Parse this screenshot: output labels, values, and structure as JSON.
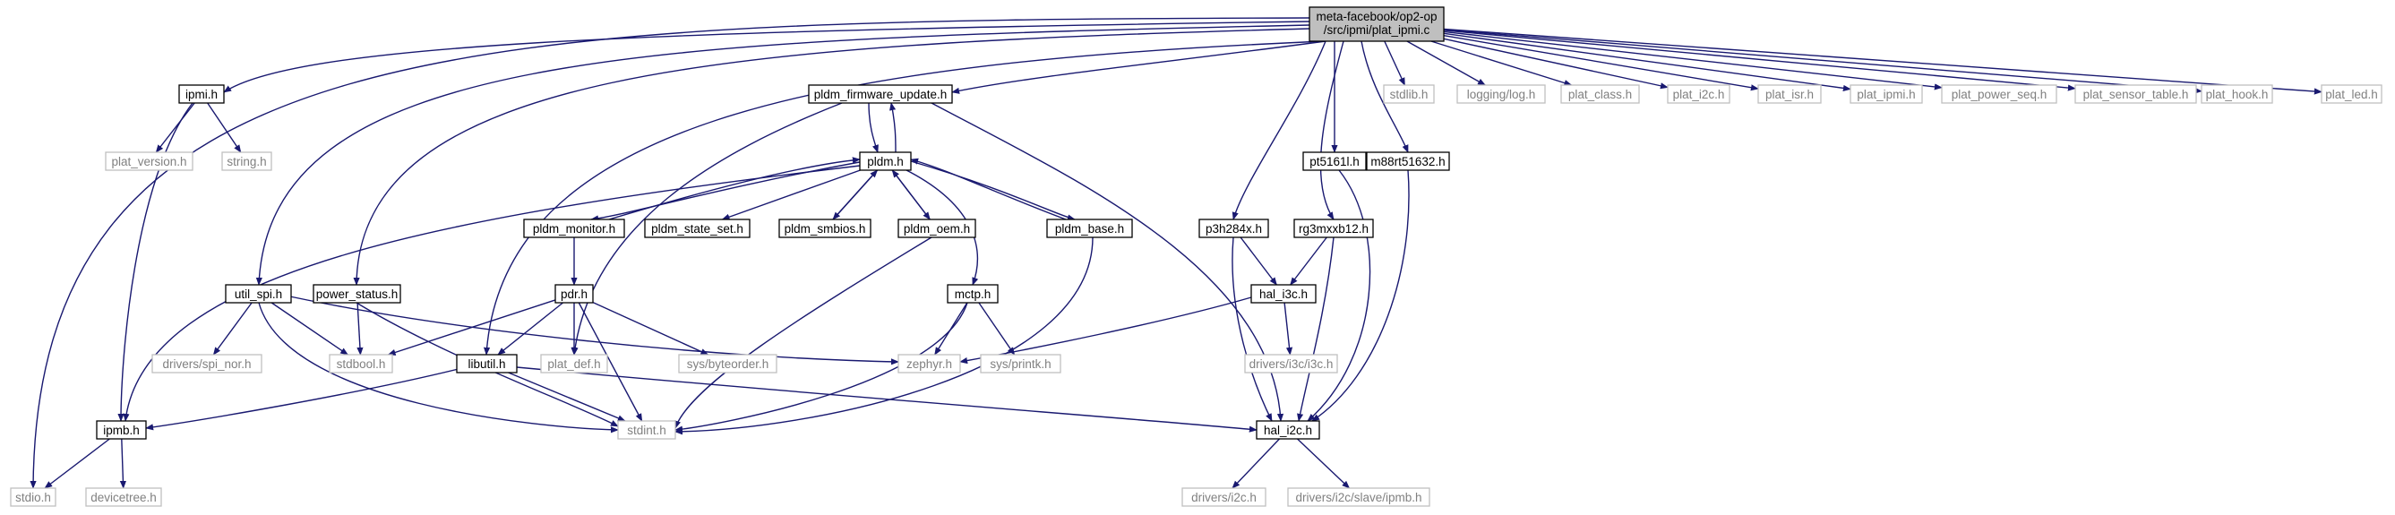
{
  "colors": {
    "edge": "#191970",
    "root_fill": "#bfbfbf",
    "root_border": "#000000",
    "documented_border": "#000000",
    "external_border": "#bfbfbf",
    "documented_text": "#000000",
    "external_text": "#808080"
  },
  "nodes": [
    {
      "id": "root",
      "label": "meta-facebook/op2-op",
      "label2": "/src/ipmi/plat_ipmi.c",
      "kind": "root"
    },
    {
      "id": "ipmi",
      "label": "ipmi.h",
      "kind": "documented"
    },
    {
      "id": "plat_version",
      "label": "plat_version.h",
      "kind": "external"
    },
    {
      "id": "string",
      "label": "string.h",
      "kind": "external"
    },
    {
      "id": "ipmb",
      "label": "ipmb.h",
      "kind": "documented"
    },
    {
      "id": "stdio",
      "label": "stdio.h",
      "kind": "external"
    },
    {
      "id": "devicetree",
      "label": "devicetree.h",
      "kind": "external"
    },
    {
      "id": "util_spi",
      "label": "util_spi.h",
      "kind": "documented"
    },
    {
      "id": "spi_nor",
      "label": "drivers/spi_nor.h",
      "kind": "external"
    },
    {
      "id": "stdbool",
      "label": "stdbool.h",
      "kind": "external"
    },
    {
      "id": "power_status",
      "label": "power_status.h",
      "kind": "documented"
    },
    {
      "id": "pldm_fw",
      "label": "pldm_firmware_update.h",
      "kind": "documented"
    },
    {
      "id": "pldm",
      "label": "pldm.h",
      "kind": "documented"
    },
    {
      "id": "pldm_monitor",
      "label": "pldm_monitor.h",
      "kind": "documented"
    },
    {
      "id": "pldm_state_set",
      "label": "pldm_state_set.h",
      "kind": "documented"
    },
    {
      "id": "pldm_smbios",
      "label": "pldm_smbios.h",
      "kind": "documented"
    },
    {
      "id": "pldm_oem",
      "label": "pldm_oem.h",
      "kind": "documented"
    },
    {
      "id": "pldm_base",
      "label": "pldm_base.h",
      "kind": "documented"
    },
    {
      "id": "pdr",
      "label": "pdr.h",
      "kind": "documented"
    },
    {
      "id": "libutil",
      "label": "libutil.h",
      "kind": "documented"
    },
    {
      "id": "plat_def",
      "label": "plat_def.h",
      "kind": "external"
    },
    {
      "id": "byteorder",
      "label": "sys/byteorder.h",
      "kind": "external"
    },
    {
      "id": "stdint",
      "label": "stdint.h",
      "kind": "external"
    },
    {
      "id": "mctp",
      "label": "mctp.h",
      "kind": "documented"
    },
    {
      "id": "zephyr",
      "label": "zephyr.h",
      "kind": "external"
    },
    {
      "id": "printk",
      "label": "sys/printk.h",
      "kind": "external"
    },
    {
      "id": "p3h284x",
      "label": "p3h284x.h",
      "kind": "documented"
    },
    {
      "id": "pt5161l",
      "label": "pt5161l.h",
      "kind": "documented"
    },
    {
      "id": "rg3mxxb12",
      "label": "rg3mxxb12.h",
      "kind": "documented"
    },
    {
      "id": "m88rt51632",
      "label": "m88rt51632.h",
      "kind": "documented"
    },
    {
      "id": "hal_i3c",
      "label": "hal_i3c.h",
      "kind": "documented"
    },
    {
      "id": "i3c",
      "label": "drivers/i3c/i3c.h",
      "kind": "external"
    },
    {
      "id": "hal_i2c",
      "label": "hal_i2c.h",
      "kind": "documented"
    },
    {
      "id": "drv_i2c",
      "label": "drivers/i2c.h",
      "kind": "external"
    },
    {
      "id": "ipmb_slave",
      "label": "drivers/i2c/slave/ipmb.h",
      "kind": "external"
    },
    {
      "id": "stdlib",
      "label": "stdlib.h",
      "kind": "external"
    },
    {
      "id": "log",
      "label": "logging/log.h",
      "kind": "external"
    },
    {
      "id": "plat_class",
      "label": "plat_class.h",
      "kind": "external"
    },
    {
      "id": "plat_i2c",
      "label": "plat_i2c.h",
      "kind": "external"
    },
    {
      "id": "plat_isr",
      "label": "plat_isr.h",
      "kind": "external"
    },
    {
      "id": "plat_ipmi",
      "label": "plat_ipmi.h",
      "kind": "external"
    },
    {
      "id": "plat_power_seq",
      "label": "plat_power_seq.h",
      "kind": "external"
    },
    {
      "id": "plat_sensor_table",
      "label": "plat_sensor_table.h",
      "kind": "external"
    },
    {
      "id": "plat_hook",
      "label": "plat_hook.h",
      "kind": "external"
    },
    {
      "id": "plat_led",
      "label": "plat_led.h",
      "kind": "external"
    }
  ],
  "edges": [
    [
      "root",
      "ipmi"
    ],
    [
      "root",
      "stdio"
    ],
    [
      "root",
      "util_spi"
    ],
    [
      "root",
      "power_status"
    ],
    [
      "root",
      "libutil"
    ],
    [
      "root",
      "pldm_fw"
    ],
    [
      "root",
      "p3h284x"
    ],
    [
      "root",
      "rg3mxxb12"
    ],
    [
      "root",
      "pt5161l"
    ],
    [
      "root",
      "m88rt51632"
    ],
    [
      "root",
      "stdlib"
    ],
    [
      "root",
      "log"
    ],
    [
      "root",
      "plat_class"
    ],
    [
      "root",
      "plat_i2c"
    ],
    [
      "root",
      "plat_isr"
    ],
    [
      "root",
      "plat_ipmi"
    ],
    [
      "root",
      "plat_power_seq"
    ],
    [
      "root",
      "plat_sensor_table"
    ],
    [
      "root",
      "plat_hook"
    ],
    [
      "root",
      "plat_led"
    ],
    [
      "ipmi",
      "plat_version"
    ],
    [
      "ipmi",
      "string"
    ],
    [
      "ipmi",
      "ipmb"
    ],
    [
      "ipmb",
      "stdio"
    ],
    [
      "ipmb",
      "devicetree"
    ],
    [
      "util_spi",
      "spi_nor"
    ],
    [
      "util_spi",
      "stdbool"
    ],
    [
      "util_spi",
      "stdint"
    ],
    [
      "util_spi",
      "zephyr"
    ],
    [
      "power_status",
      "stdbool"
    ],
    [
      "power_status",
      "stdint"
    ],
    [
      "pldm_fw",
      "pldm"
    ],
    [
      "pldm_fw",
      "plat_def"
    ],
    [
      "pldm_fw",
      "hal_i2c"
    ],
    [
      "pldm",
      "pldm_fw"
    ],
    [
      "pldm",
      "pldm_monitor"
    ],
    [
      "pldm",
      "pldm_state_set"
    ],
    [
      "pldm",
      "pldm_smbios"
    ],
    [
      "pldm",
      "pldm_oem"
    ],
    [
      "pldm",
      "pldm_base"
    ],
    [
      "pldm",
      "mctp"
    ],
    [
      "pldm",
      "ipmb"
    ],
    [
      "pldm_monitor",
      "pldm"
    ],
    [
      "pldm_monitor",
      "pdr"
    ],
    [
      "pldm_smbios",
      "pldm"
    ],
    [
      "pldm_oem",
      "pldm"
    ],
    [
      "pldm_oem",
      "stdint"
    ],
    [
      "pldm_base",
      "pldm"
    ],
    [
      "pldm_base",
      "stdint"
    ],
    [
      "pdr",
      "stdbool"
    ],
    [
      "pdr",
      "libutil"
    ],
    [
      "pdr",
      "plat_def"
    ],
    [
      "pdr",
      "byteorder"
    ],
    [
      "pdr",
      "stdint"
    ],
    [
      "libutil",
      "ipmb"
    ],
    [
      "libutil",
      "stdint"
    ],
    [
      "libutil",
      "hal_i2c"
    ],
    [
      "mctp",
      "zephyr"
    ],
    [
      "mctp",
      "printk"
    ],
    [
      "mctp",
      "stdint"
    ],
    [
      "p3h284x",
      "hal_i3c"
    ],
    [
      "p3h284x",
      "hal_i2c"
    ],
    [
      "rg3mxxb12",
      "hal_i3c"
    ],
    [
      "rg3mxxb12",
      "hal_i2c"
    ],
    [
      "pt5161l",
      "hal_i2c"
    ],
    [
      "m88rt51632",
      "hal_i2c"
    ],
    [
      "hal_i3c",
      "i3c"
    ],
    [
      "hal_i3c",
      "zephyr"
    ],
    [
      "hal_i2c",
      "drv_i2c"
    ],
    [
      "hal_i2c",
      "ipmb_slave"
    ]
  ]
}
